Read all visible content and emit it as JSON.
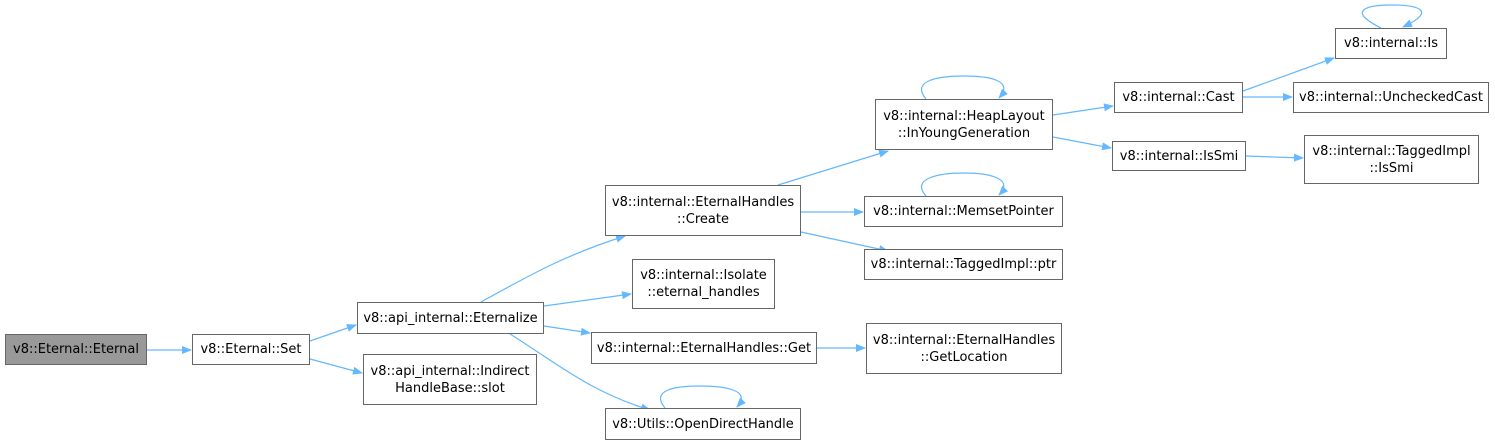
{
  "colors": {
    "edge": "#63b8ff",
    "border": "#666666",
    "root_fill": "#999999",
    "node_fill": "#ffffff"
  },
  "nodes": {
    "eternal_ctor": {
      "lines": [
        "v8::Eternal::Eternal"
      ]
    },
    "eternal_set": {
      "lines": [
        "v8::Eternal::Set"
      ]
    },
    "eternalize": {
      "lines": [
        "v8::api_internal::Eternalize"
      ]
    },
    "indirect_slot": {
      "lines": [
        "v8::api_internal::Indirect",
        "HandleBase::slot"
      ]
    },
    "eh_create": {
      "lines": [
        "v8::internal::EternalHandles",
        "::Create"
      ]
    },
    "isolate_eh": {
      "lines": [
        "v8::internal::Isolate",
        "::eternal_handles"
      ]
    },
    "eh_get": {
      "lines": [
        "v8::internal::EternalHandles::Get"
      ]
    },
    "open_direct": {
      "lines": [
        "v8::Utils::OpenDirectHandle"
      ]
    },
    "heap_young": {
      "lines": [
        "v8::internal::HeapLayout",
        "::InYoungGeneration"
      ]
    },
    "memset_ptr": {
      "lines": [
        "v8::internal::MemsetPointer"
      ]
    },
    "tagged_ptr": {
      "lines": [
        "v8::internal::TaggedImpl::ptr"
      ]
    },
    "eh_getloc": {
      "lines": [
        "v8::internal::EternalHandles",
        "::GetLocation"
      ]
    },
    "cast": {
      "lines": [
        "v8::internal::Cast"
      ]
    },
    "issmi": {
      "lines": [
        "v8::internal::IsSmi"
      ]
    },
    "is": {
      "lines": [
        "v8::internal::Is"
      ]
    },
    "unchecked_cast": {
      "lines": [
        "v8::internal::UncheckedCast"
      ]
    },
    "tagged_issmi": {
      "lines": [
        "v8::internal::TaggedImpl",
        "::IsSmi"
      ]
    }
  }
}
